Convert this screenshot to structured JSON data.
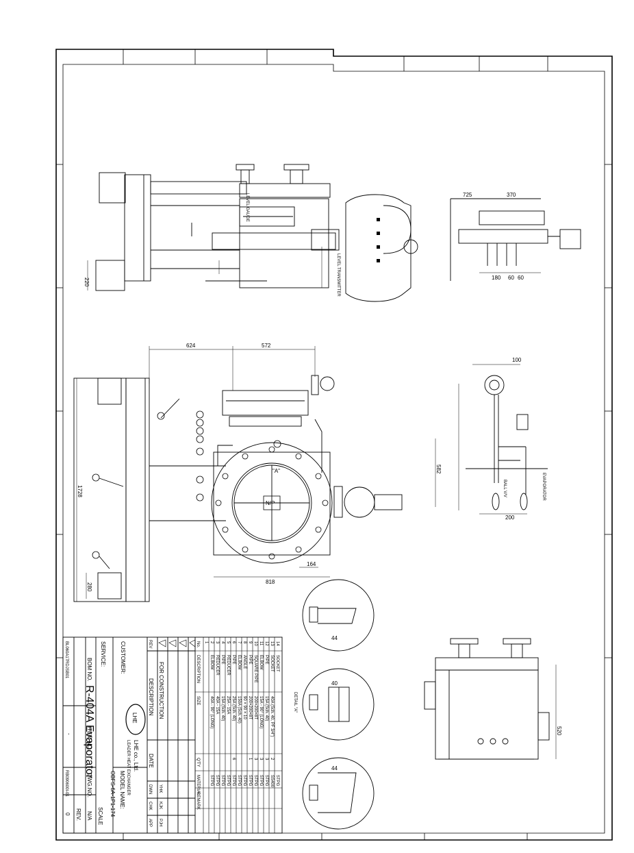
{
  "title_block": {
    "service_label": "SERVICE:",
    "customer_label": "CUSTOMER:",
    "title": "R-404A Evaporator",
    "company": "LHE co., Ltd.",
    "company_sub": "LEADER HEAT EXCHANGER",
    "logo_text": "LHE",
    "model_label": "MODEL NAME:",
    "model_value": "OBFS-6A-1P1-174",
    "bom_label": "BOM NO.",
    "bom_value": "BL060A17RDJSB01",
    "item_label": "ITEM NO.",
    "item_value": "-",
    "dwg_label": "DWG.NO.",
    "dwg_value": "RB090600I-01",
    "scale_label": "SCALE",
    "scale_value": "N/A",
    "rev_label": "REV.",
    "rev_value": "0"
  },
  "revision": {
    "rev_header": "REV",
    "desc_header": "DESCRIPTION",
    "date_header": "DATE",
    "dwn_header": "DWN",
    "chk_header": "CHK",
    "app_header": "APP",
    "row0_desc": "FOR CONSTRUCTION",
    "row0_dwn": "YHK",
    "row0_chk": "KJK",
    "row0_app": "PJH"
  },
  "bom_table": {
    "headers": [
      "No.",
      "DESCRIPTION",
      "SIZE",
      "Q'TY",
      "MATERIAL",
      "REMARK"
    ],
    "rows": [
      [
        "14",
        "SOCKET",
        "",
        "",
        "STPG",
        ""
      ],
      [
        "13",
        "SOCKET",
        "40A (Sch. 40, PF 3/4\")",
        "2",
        "SS400",
        ""
      ],
      [
        "12",
        "PIPE",
        "15A (Sch. 40)",
        "3",
        "STPG",
        ""
      ],
      [
        "11",
        "ELBOW",
        "15A - 90° (LONG)",
        "3",
        "STPG",
        ""
      ],
      [
        "10",
        "SQUARE PIPE",
        "200×200×8T",
        "3",
        "STPG",
        ""
      ],
      [
        "9",
        "PIPE",
        "200×200×8T",
        "1",
        "STPG",
        ""
      ],
      [
        "8",
        "ANGLE",
        "90 × 90 × 10",
        "",
        "STPG",
        ""
      ],
      [
        "7",
        "ELBOW",
        "150A (Sch. 40)",
        "",
        "STPG",
        ""
      ],
      [
        "6",
        "PIPE",
        "25A (Sch. 40)",
        "6",
        "STPG",
        ""
      ],
      [
        "5",
        "REDUCER",
        "25A - 15A",
        "",
        "STPG",
        ""
      ],
      [
        "4",
        "PIPE",
        "15A (Sch. 40)",
        "",
        "STPG",
        ""
      ],
      [
        "3",
        "REDUCER",
        "40A - 15A",
        "",
        "STPG",
        ""
      ],
      [
        "2",
        "ELBOW",
        "40A - 90° (LONG)",
        "",
        "STPG",
        ""
      ],
      [
        "1",
        "",
        "",
        "",
        "",
        ""
      ]
    ]
  },
  "dims": {
    "d_725": "725",
    "d_370": "370",
    "d_180": "180",
    "d_60a": "60",
    "d_60b": "60",
    "d_220": "220",
    "d_624": "624",
    "d_572": "572",
    "d_1728": "1728",
    "d_280": "280",
    "d_582": "582",
    "d_164": "164",
    "d_818": "818",
    "d_520": "520",
    "d_44a": "44",
    "d_40": "40",
    "d_44b": "44",
    "d_100": "100",
    "d_200": "200"
  },
  "labels": {
    "detail_a": "DETAIL \"A\"",
    "section_a": "\"A\"",
    "n_label": "N/P",
    "evaporator": "EVAPORATOR",
    "ball_valve": "BALL V/V",
    "level_gauge": "LEVEL GAUGE",
    "level_transmitter": "LEVEL TRANSMITTER"
  }
}
